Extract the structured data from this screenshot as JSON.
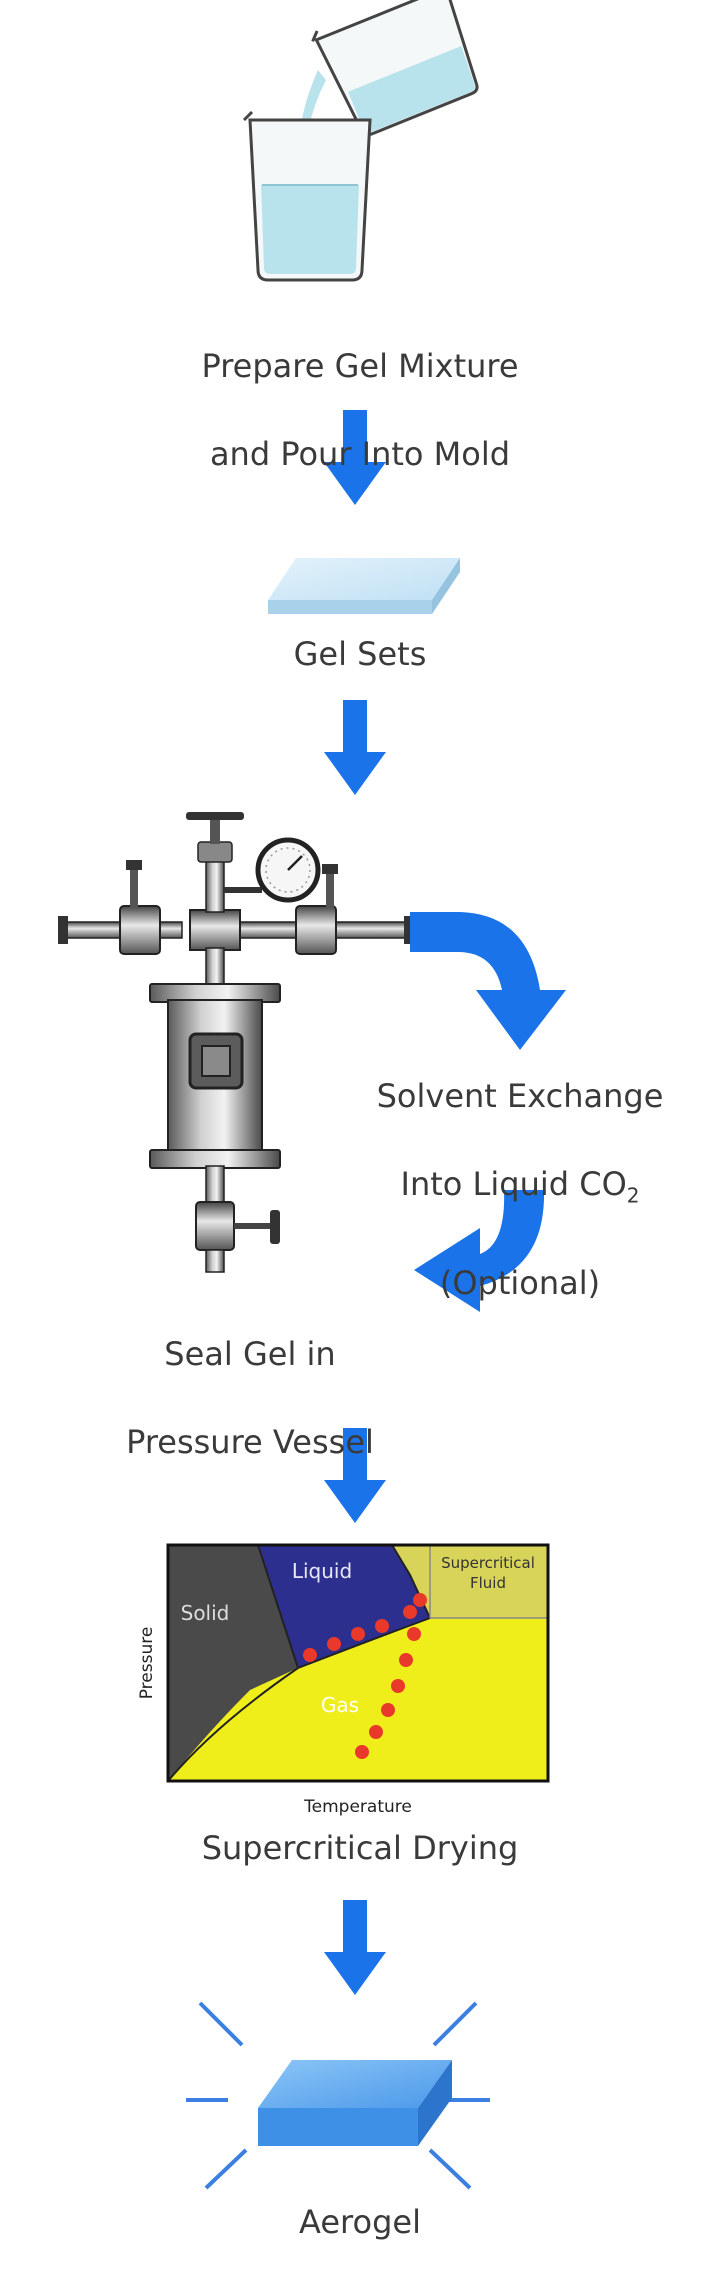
{
  "steps": {
    "prepare": {
      "line1": "Prepare Gel Mixture",
      "line2": "and Pour Into Mold"
    },
    "gel_sets": "Gel Sets",
    "solvent_exchange": {
      "line1": "Solvent Exchange",
      "line2_prefix": "Into Liquid CO",
      "line2_sub": "2",
      "line3": "(Optional)"
    },
    "seal": {
      "line1": "Seal Gel in",
      "line2": "Pressure Vessel"
    },
    "supercritical_drying": "Supercritical Drying",
    "aerogel": "Aerogel"
  },
  "phase_diagram": {
    "regions": {
      "solid": "Solid",
      "liquid": "Liquid",
      "supercritical_line1": "Supercritical",
      "supercritical_line2": "Fluid",
      "gas": "Gas"
    },
    "xlabel": "Temperature",
    "ylabel": "Pressure"
  },
  "colors": {
    "arrow_blue": "#1a73e8",
    "liquid_blue": "#2d2f8f",
    "gas_yellow": "#f0ee1a",
    "supercritical_yellow": "#d8d45a",
    "solid_gray": "#4a4a4a",
    "path_dots": "#e8392b",
    "water": "#b9e3ec",
    "gel_slab": "#cde8f7",
    "aerogel_slab": "#5aa3ee"
  }
}
